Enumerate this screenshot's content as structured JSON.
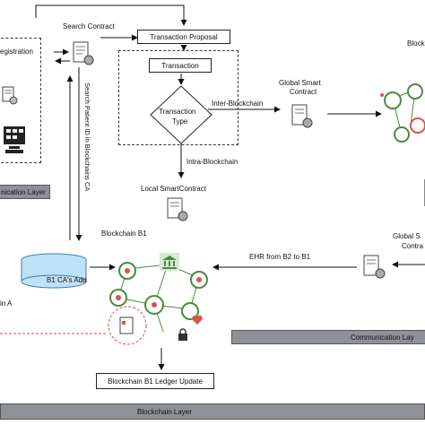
{
  "labels": {
    "search_contract": "Search Contract",
    "transaction_proposal": "Transaction Proposal",
    "registration": "egistration",
    "transaction": "Transaction",
    "transaction_type_1": "Transaction",
    "transaction_type_2": "Type",
    "inter_blockchain": "Inter-Blockchain",
    "intra_blockchain": "Intra-Blockchain",
    "global_smart_contract_1": "Global Smart",
    "global_smart_contract_2": "Contract",
    "blockchain_c_partial": "Blockc",
    "local_smart_contract": "Local SmartContract",
    "vertical_search": "Search Patient ID in Blockchains CA",
    "communication_layer_left": "nication  Layer",
    "blockchain_b1": "Blockchain B1",
    "b1_cas_add": "B1 CA's Add",
    "ehr_from_b2_to_b1": "EHR from B2 to B1",
    "global_sc_right_1": "Global S",
    "global_sc_right_2": "Contra",
    "blockchain_a_partial": "in A",
    "communication_layer_right": "Communication  Lay",
    "ledger_update": "Blockchain B1 Ledger Update",
    "blockchain_layer": "Blockchain  Layer"
  },
  "icons": [
    "contract-gear-icon",
    "database-icon",
    "computer-icon",
    "bank-icon",
    "hospital-node-icon",
    "lock-icon",
    "heart-icon"
  ],
  "colors": {
    "layer_bar": "#8e9296",
    "node_red": "#d9534f",
    "node_green": "#4c8a3f",
    "database_fill": "#bfe1f5",
    "dashed_red": "#e0485e"
  }
}
